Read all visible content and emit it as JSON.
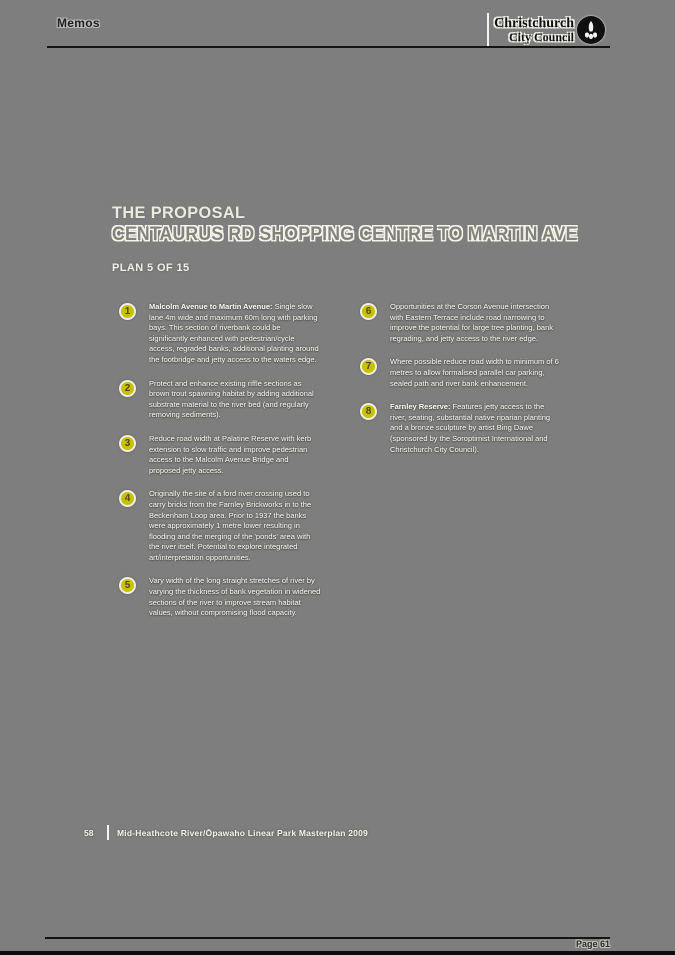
{
  "header": {
    "memos_label": "Memos",
    "logo_line1": "Christchurch",
    "logo_line2": "City Council"
  },
  "title": {
    "line1": "THE PROPOSAL",
    "line2": "CENTAURUS RD SHOPPING CENTRE TO MARTIN AVE",
    "plan_label": "PLAN 5 OF 15"
  },
  "items_left": [
    {
      "number": "1",
      "lead": "Malcolm Avenue to Martin Avenue:",
      "text": "Single slow lane 4m wide and maximum 60m long with parking bays. This section of riverbank could be significantly enhanced with pedestrian/cycle access, regraded banks, additional planting around the footbridge and jetty access to the waters edge."
    },
    {
      "number": "2",
      "lead": "",
      "text": "Protect and enhance existing riffle sections as brown trout spawning habitat by adding additional substrate material to the river bed (and regularly removing sediments)."
    },
    {
      "number": "3",
      "lead": "",
      "text": "Reduce road width at Palatine Reserve with kerb extension to slow traffic and improve pedestrian access to the Malcolm Avenue Bridge and proposed jetty access."
    },
    {
      "number": "4",
      "lead": "",
      "text": "Originally the site of a ford river crossing used to carry bricks from the Farnley Brickworks in to the Beckenham Loop area. Prior to 1937 the banks were approximately 1 metre lower resulting in flooding and the merging of the 'ponds' area with the river itself. Potential to explore integrated art/interpretation opportunities."
    },
    {
      "number": "5",
      "lead": "",
      "text": "Vary width of the long straight stretches of river by varying the thickness of bank vegetation in widened sections of the river to improve stream habitat values, without compromising flood capacity."
    }
  ],
  "items_right": [
    {
      "number": "6",
      "lead": "",
      "text": "Opportunities at the Corson Avenue intersection with Eastern Terrace include road narrowing to improve the potential for large tree planting, bank regrading, and jetty access to the river edge."
    },
    {
      "number": "7",
      "lead": "",
      "text": "Where possible reduce road width to minimum of 6 metres to allow formalised parallel car parking, sealed path and river bank enhancement."
    },
    {
      "number": "8",
      "lead": "Farnley Reserve:",
      "text": "Features jetty access to the river, seating, substantial native riparian planting and a bronze sculpture by artist Bing Dawe (sponsored by the Soroptimist International and Christchurch City Council)."
    }
  ],
  "footer": {
    "page_number": "58",
    "doc_title": "Mid-Heathcote River/Ōpawaho Linear Park Masterplan 2009",
    "page_label": "Page 61"
  },
  "colors": {
    "background": "#7e7e7e",
    "bullet_yellow": "#c9c000",
    "text_white": "#fdfdf7",
    "rule_black": "#141414"
  }
}
